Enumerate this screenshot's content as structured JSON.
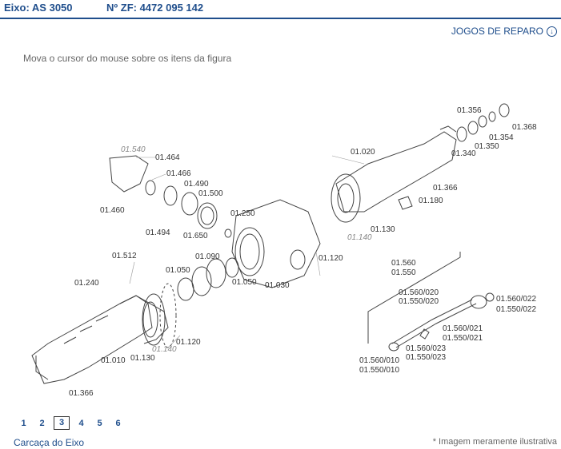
{
  "header": {
    "axle": "Eixo: AS 3050",
    "zf_number": "Nº ZF: 4472 095 142"
  },
  "repair_link": {
    "label": "JOGOS DE REPARO",
    "icon": "circle-down-arrow-icon"
  },
  "instruction": "Mova o cursor do mouse sobre os itens da figura",
  "diagram_labels": {
    "l01540": "01.540",
    "l01464": "01.464",
    "l01466": "01.466",
    "l01490": "01.490",
    "l01500": "01.500",
    "l01460": "01.460",
    "l01494": "01.494",
    "l01650": "01.650",
    "l01250": "01.250",
    "l01356": "01.356",
    "l01368": "01.368",
    "l01354": "01.354",
    "l01350": "01.350",
    "l01340": "01.340",
    "l01020": "01.020",
    "l01366a": "01.366",
    "l01180": "01.180",
    "l01130a": "01.130",
    "l01140a": "01.140",
    "l01120a": "01.120",
    "l01512": "01.512",
    "l01090": "01.090",
    "l01050a": "01.050",
    "l01050b": "01.050",
    "l01030": "01.030",
    "l01240": "01.240",
    "l01140b": "01.140",
    "l01120b": "01.120",
    "l01010": "01.010",
    "l01130b": "01.130",
    "l01366b": "01.366",
    "l01560": "01.560",
    "l01550": "01.550",
    "l01560_020": "01.560/020",
    "l01550_020": "01.550/020",
    "l01560_022": "01.560/022",
    "l01550_022": "01.550/022",
    "l01560_021": "01.560/021",
    "l01550_021": "01.550/021",
    "l01560_023": "01.560/023",
    "l01550_023": "01.550/023",
    "l01560_010": "01.560/010",
    "l01550_010": "01.550/010"
  },
  "pagination": {
    "pages": [
      "1",
      "2",
      "3",
      "4",
      "5",
      "6"
    ],
    "current": "3"
  },
  "footer": {
    "section": "Carcaça do Eixo",
    "note": "* Imagem meramente ilustrativa"
  }
}
